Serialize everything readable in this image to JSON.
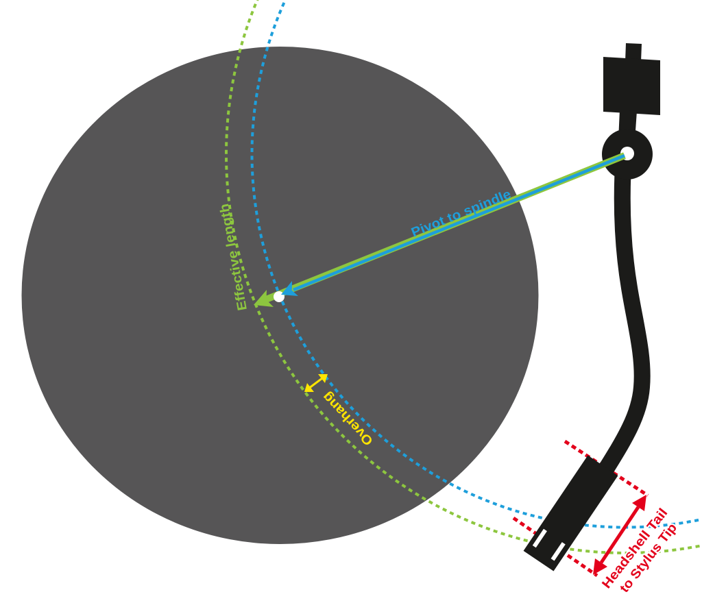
{
  "labels": {
    "pivot_to_spindle": "Pivot to spindle",
    "effective_length": "Effective length",
    "overhang": "Overhang",
    "headshell_line1": "Headshell Tail",
    "headshell_line2": "to Stylus Tip"
  },
  "colors": {
    "background": "#ffffff",
    "platter": "#565556",
    "tonearm": "#1b1b19",
    "spindle": "#ffffff",
    "pivot_hole": "#ffffff",
    "headshell_slot": "#ffffff",
    "effective_length_green": "#8dc63f",
    "pivot_to_spindle_blue": "#1e9fdb",
    "overhang_yellow": "#ffe500",
    "headshell_red": "#e3001b"
  }
}
